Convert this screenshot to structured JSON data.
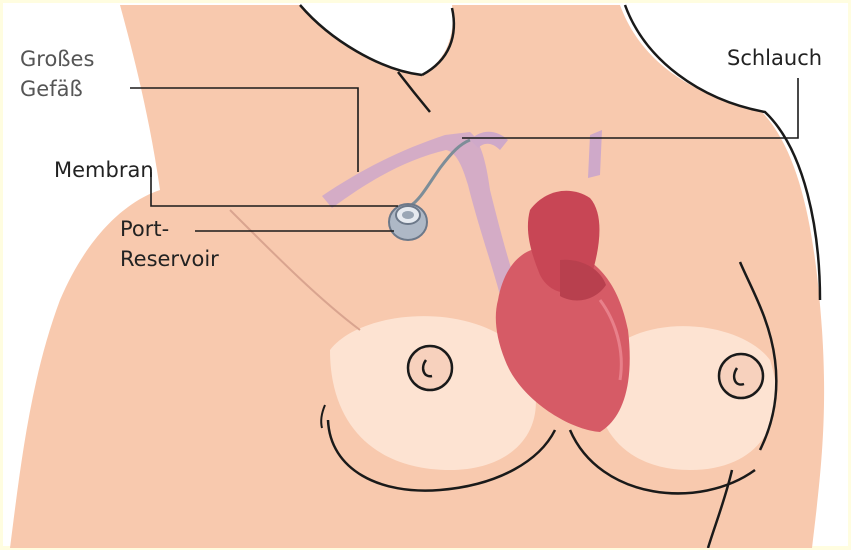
{
  "labels": {
    "vessel": {
      "line1": "Großes",
      "line2": "Gefäß"
    },
    "membrane": "Membran",
    "port": {
      "line1": "Port-",
      "line2": "Reservoir"
    },
    "tube": "Schlauch"
  },
  "colors": {
    "skin": "#f8c9ae",
    "skin_light": "#fde3d2",
    "outline": "#1a1a1a",
    "vessel": "#cfa9c9",
    "heart": "#d65b66",
    "heart_dark": "#b8404e",
    "port_metal": "#9aa6b5",
    "frame": "#fffde0"
  }
}
